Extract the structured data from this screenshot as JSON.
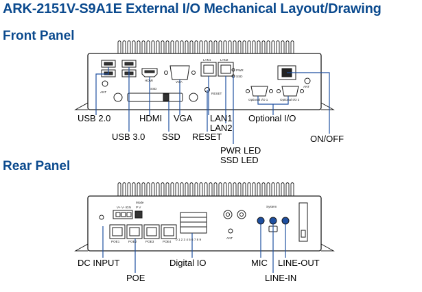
{
  "title": "ARK-2151V-S9A1E External I/O Mechanical Layout/Drawing",
  "front_panel": {
    "heading": "Front Panel",
    "callouts": [
      "USB 2.0",
      "HDMI",
      "VGA",
      "LAN1",
      "LAN2",
      "Optional I/O",
      "USB 3.0",
      "SSD",
      "RESET",
      "ON/OFF",
      "PWR LED",
      "SSD LED"
    ],
    "silkscreen": {
      "ant_left": "ANT",
      "hdmi": "HDMI",
      "vga": "VGA",
      "ssd": "SSD",
      "lan1": "LAN1",
      "lan2": "LAN2",
      "pwr": "PWR",
      "ssd_led": "SSD",
      "reset": "RESET",
      "optional1": "Optional I/O 1",
      "optional2": "Optional I/O 2",
      "ant_right": "ANT"
    }
  },
  "rear_panel": {
    "heading": "Rear Panel",
    "callouts": [
      "DC INPUT",
      "POE",
      "Digital IO",
      "MIC",
      "LINE-OUT",
      "LINE-IN"
    ],
    "silkscreen": {
      "dc": "V+ V- IGN",
      "mode": "Mode",
      "mode_pv": "P V",
      "poe1": "POE1",
      "poe2": "POE2",
      "poe3": "POE3",
      "poe4": "POE4",
      "dio_pins": "0 1 2 3 4 5 6 7 8 9",
      "ant": "ANT",
      "system": "System"
    }
  }
}
